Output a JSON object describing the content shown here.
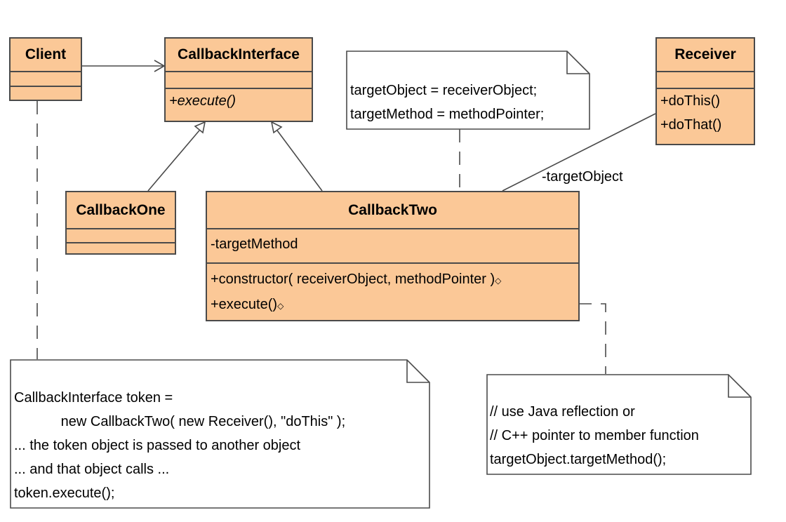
{
  "classes": {
    "client": {
      "name": "Client"
    },
    "callback_interface": {
      "name": "CallbackInterface",
      "operation": "+execute()"
    },
    "receiver": {
      "name": "Receiver",
      "operations": [
        "+doThis()",
        "+doThat()"
      ]
    },
    "callback_one": {
      "name": "CallbackOne"
    },
    "callback_two": {
      "name": "CallbackTwo",
      "attribute": "-targetMethod",
      "operations": [
        "+constructor( receiverObject, methodPointer )",
        "+execute()"
      ],
      "operation_marker": "◇"
    }
  },
  "association_label": "-targetObject",
  "notes": {
    "assignments": [
      "targetObject = receiverObject;",
      "targetMethod = methodPointer;"
    ],
    "client_usage": [
      "CallbackInterface token =",
      "            new CallbackTwo( new Receiver(), \"doThis\" );",
      "... the token object is passed to another object",
      "... and that object calls ...",
      "token.execute();"
    ],
    "execute_impl": [
      "// use Java reflection or",
      "// C++ pointer to member function",
      "targetObject.targetMethod();"
    ]
  },
  "colors": {
    "class_fill": "#fbc897",
    "border": "#4a4a4a",
    "note_fill": "#ffffff"
  }
}
